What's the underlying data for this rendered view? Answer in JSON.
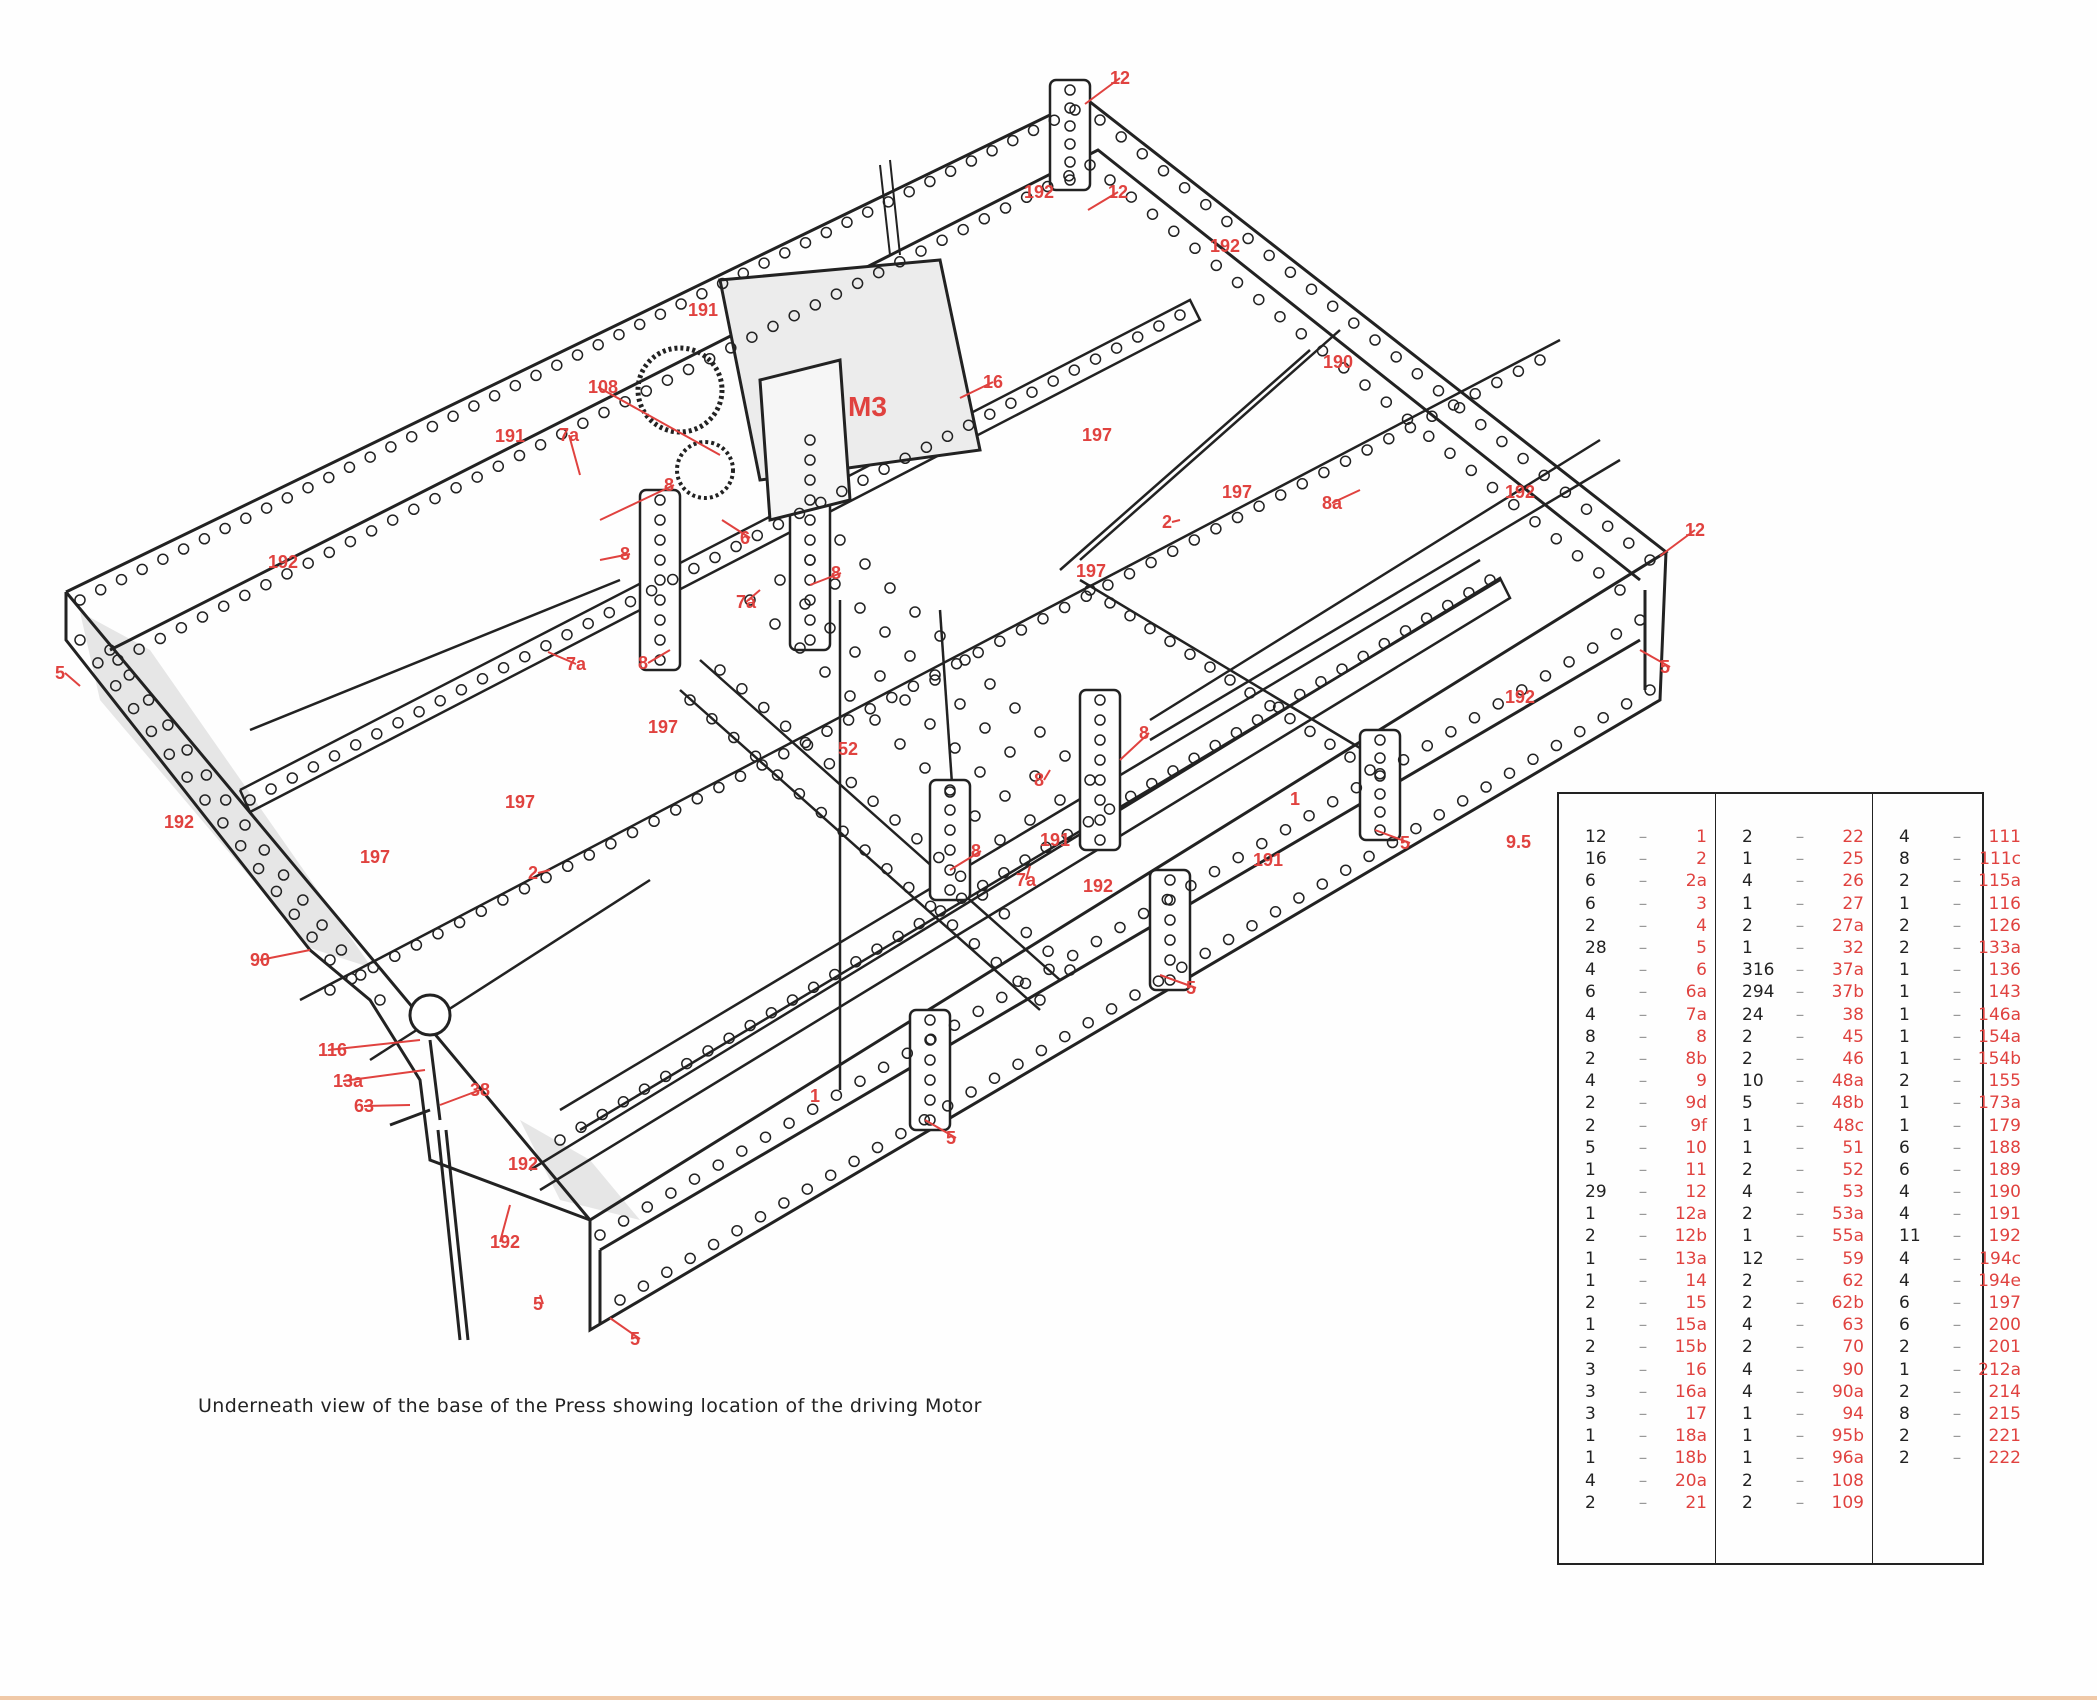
{
  "caption": "Underneath view of the base of the Press showing location  of the driving Motor",
  "page_number": "9.5",
  "colors": {
    "accent_red": "#e0423f",
    "ink": "#222222",
    "paper": "#fefefe",
    "shade": "#d8d8d8"
  },
  "diagram": {
    "callouts": [
      {
        "text": "12"
      },
      {
        "text": "12"
      },
      {
        "text": "12"
      },
      {
        "text": "192"
      },
      {
        "text": "192"
      },
      {
        "text": "192"
      },
      {
        "text": "192"
      },
      {
        "text": "192"
      },
      {
        "text": "192"
      },
      {
        "text": "192"
      },
      {
        "text": "192"
      },
      {
        "text": "192"
      },
      {
        "text": "191"
      },
      {
        "text": "191"
      },
      {
        "text": "191"
      },
      {
        "text": "191"
      },
      {
        "text": "190"
      },
      {
        "text": "197"
      },
      {
        "text": "197"
      },
      {
        "text": "197"
      },
      {
        "text": "197"
      },
      {
        "text": "197"
      },
      {
        "text": "197"
      },
      {
        "text": "M3"
      },
      {
        "text": "16"
      },
      {
        "text": "108"
      },
      {
        "text": "7a"
      },
      {
        "text": "7a"
      },
      {
        "text": "7a"
      },
      {
        "text": "7a"
      },
      {
        "text": "8a"
      },
      {
        "text": "8"
      },
      {
        "text": "8"
      },
      {
        "text": "8"
      },
      {
        "text": "8"
      },
      {
        "text": "8"
      },
      {
        "text": "8"
      },
      {
        "text": "8"
      },
      {
        "text": "6"
      },
      {
        "text": "2"
      },
      {
        "text": "2"
      },
      {
        "text": "52"
      },
      {
        "text": "1"
      },
      {
        "text": "1"
      },
      {
        "text": "5"
      },
      {
        "text": "5"
      },
      {
        "text": "5"
      },
      {
        "text": "5"
      },
      {
        "text": "5"
      },
      {
        "text": "5"
      },
      {
        "text": "5"
      },
      {
        "text": "90"
      },
      {
        "text": "116"
      },
      {
        "text": "13a"
      },
      {
        "text": "63"
      },
      {
        "text": "38"
      }
    ]
  },
  "parts_table": {
    "columns": [
      [
        {
          "qty": "12",
          "part": "1"
        },
        {
          "qty": "16",
          "part": "2"
        },
        {
          "qty": "6",
          "part": "2a"
        },
        {
          "qty": "6",
          "part": "3"
        },
        {
          "qty": "2",
          "part": "4"
        },
        {
          "qty": "28",
          "part": "5"
        },
        {
          "qty": "4",
          "part": "6"
        },
        {
          "qty": "6",
          "part": "6a"
        },
        {
          "qty": "4",
          "part": "7a"
        },
        {
          "qty": "8",
          "part": "8"
        },
        {
          "qty": "2",
          "part": "8b"
        },
        {
          "qty": "4",
          "part": "9"
        },
        {
          "qty": "2",
          "part": "9d"
        },
        {
          "qty": "2",
          "part": "9f"
        },
        {
          "qty": "5",
          "part": "10"
        },
        {
          "qty": "1",
          "part": "11"
        },
        {
          "qty": "29",
          "part": "12"
        },
        {
          "qty": "1",
          "part": "12a"
        },
        {
          "qty": "2",
          "part": "12b"
        },
        {
          "qty": "1",
          "part": "13a"
        },
        {
          "qty": "1",
          "part": "14"
        },
        {
          "qty": "2",
          "part": "15"
        },
        {
          "qty": "1",
          "part": "15a"
        },
        {
          "qty": "2",
          "part": "15b"
        },
        {
          "qty": "3",
          "part": "16"
        },
        {
          "qty": "3",
          "part": "16a"
        },
        {
          "qty": "3",
          "part": "17"
        },
        {
          "qty": "1",
          "part": "18a"
        },
        {
          "qty": "1",
          "part": "18b"
        },
        {
          "qty": "4",
          "part": "20a"
        },
        {
          "qty": "2",
          "part": "21"
        }
      ],
      [
        {
          "qty": "2",
          "part": "22"
        },
        {
          "qty": "1",
          "part": "25"
        },
        {
          "qty": "4",
          "part": "26"
        },
        {
          "qty": "1",
          "part": "27"
        },
        {
          "qty": "2",
          "part": "27a"
        },
        {
          "qty": "1",
          "part": "32"
        },
        {
          "qty": "316",
          "part": "37a"
        },
        {
          "qty": "294",
          "part": "37b"
        },
        {
          "qty": "24",
          "part": "38"
        },
        {
          "qty": "2",
          "part": "45"
        },
        {
          "qty": "2",
          "part": "46"
        },
        {
          "qty": "10",
          "part": "48a"
        },
        {
          "qty": "5",
          "part": "48b"
        },
        {
          "qty": "1",
          "part": "48c"
        },
        {
          "qty": "1",
          "part": "51"
        },
        {
          "qty": "2",
          "part": "52"
        },
        {
          "qty": "4",
          "part": "53"
        },
        {
          "qty": "2",
          "part": "53a"
        },
        {
          "qty": "1",
          "part": "55a"
        },
        {
          "qty": "12",
          "part": "59"
        },
        {
          "qty": "2",
          "part": "62"
        },
        {
          "qty": "2",
          "part": "62b"
        },
        {
          "qty": "4",
          "part": "63"
        },
        {
          "qty": "2",
          "part": "70"
        },
        {
          "qty": "4",
          "part": "90"
        },
        {
          "qty": "4",
          "part": "90a"
        },
        {
          "qty": "1",
          "part": "94"
        },
        {
          "qty": "1",
          "part": "95b"
        },
        {
          "qty": "1",
          "part": "96a"
        },
        {
          "qty": "2",
          "part": "108"
        },
        {
          "qty": "2",
          "part": "109"
        }
      ],
      [
        {
          "qty": "4",
          "part": "111"
        },
        {
          "qty": "8",
          "part": "111c"
        },
        {
          "qty": "2",
          "part": "115a"
        },
        {
          "qty": "1",
          "part": "116"
        },
        {
          "qty": "2",
          "part": "126"
        },
        {
          "qty": "2",
          "part": "133a"
        },
        {
          "qty": "1",
          "part": "136"
        },
        {
          "qty": "1",
          "part": "143"
        },
        {
          "qty": "1",
          "part": "146a"
        },
        {
          "qty": "1",
          "part": "154a"
        },
        {
          "qty": "1",
          "part": "154b"
        },
        {
          "qty": "2",
          "part": "155"
        },
        {
          "qty": "1",
          "part": "173a"
        },
        {
          "qty": "1",
          "part": "179"
        },
        {
          "qty": "6",
          "part": "188"
        },
        {
          "qty": "6",
          "part": "189"
        },
        {
          "qty": "4",
          "part": "190"
        },
        {
          "qty": "4",
          "part": "191"
        },
        {
          "qty": "11",
          "part": "192"
        },
        {
          "qty": "4",
          "part": "194c"
        },
        {
          "qty": "4",
          "part": "194e"
        },
        {
          "qty": "6",
          "part": "197"
        },
        {
          "qty": "6",
          "part": "200"
        },
        {
          "qty": "2",
          "part": "201"
        },
        {
          "qty": "1",
          "part": "212a"
        },
        {
          "qty": "2",
          "part": "214"
        },
        {
          "qty": "8",
          "part": "215"
        },
        {
          "qty": "2",
          "part": "221"
        },
        {
          "qty": "2",
          "part": "222"
        }
      ]
    ]
  }
}
